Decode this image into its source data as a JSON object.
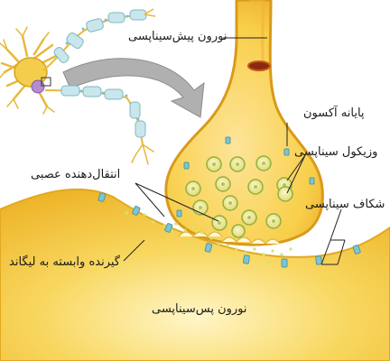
{
  "labels": {
    "presynaptic_neuron": "نورون پیش‌سیناپسی",
    "axon_terminal": "پایانه آکسون",
    "synaptic_vesicle": "وزیکول سیناپسی",
    "neurotransmitter": "انتقال‌دهنده عصبی",
    "synaptic_cleft": "شکاف سیناپسی",
    "ligand_gated_receptor": "گیرنده وابسته به لیگاند",
    "postsynaptic_neuron": "نورون پس‌سیناپسی"
  },
  "colors": {
    "terminal_fill": "#f5c33b",
    "terminal_outline": "#d99a1a",
    "postsynaptic_fill": "#f3c23c",
    "vesicle_fill": "#f0e27a",
    "vesicle_outline": "#8fb23a",
    "receptor": "#7fc4cf",
    "neuron_body": "#f0c84a",
    "nucleus": "#b58ad1",
    "myelin": "#c9e6ec",
    "arrow": "#a9a9a9"
  }
}
